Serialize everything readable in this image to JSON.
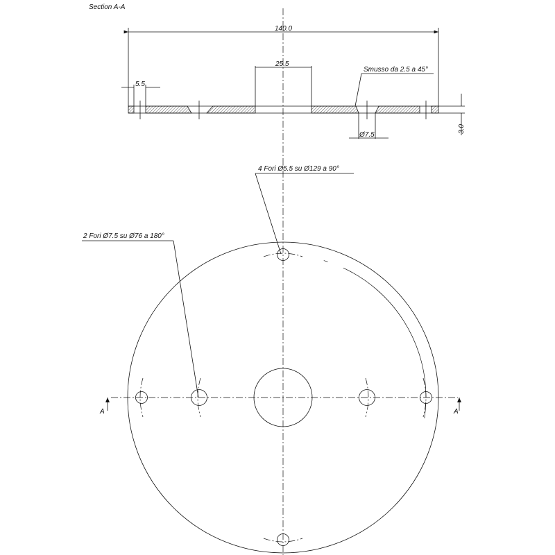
{
  "section_title": "Section A-A",
  "dimensions": {
    "overall_width": "140.0",
    "center_bore": "25.5",
    "edge_hole": "5.5",
    "chamfer_note": "Smusso da 2.5 a 45°",
    "chamfer_hole": "Ø7.5",
    "thickness": "3.0"
  },
  "notes": {
    "four_holes": "4 Fori Ø5.5 su Ø129 a 90°",
    "two_holes": "2 Fori Ø7.5 su Ø76 a 180°"
  },
  "section_markers": {
    "left": "A",
    "right": "A"
  }
}
